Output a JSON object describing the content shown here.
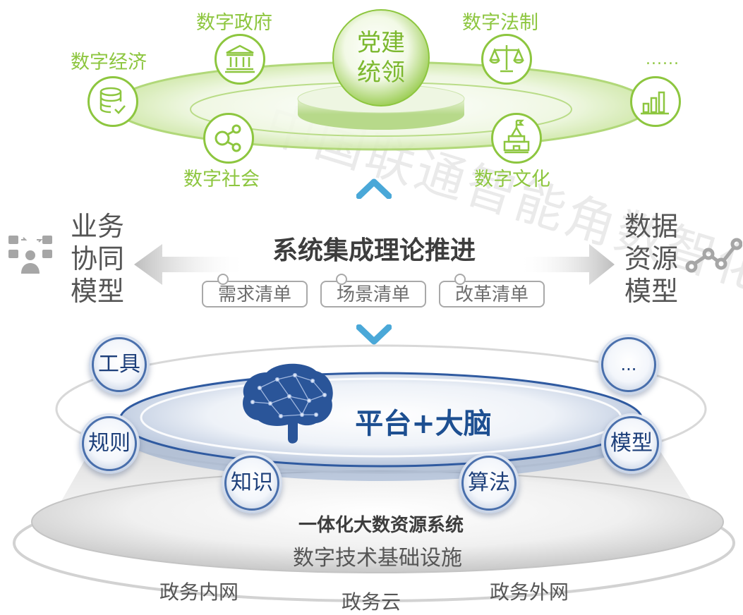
{
  "watermark": "中国联通智能角数智化",
  "top": {
    "center_label_line1": "党建",
    "center_label_line2": "统领",
    "items": [
      {
        "label": "数字经济",
        "icon": "database-check-icon"
      },
      {
        "label": "数字政府",
        "icon": "government-building-icon"
      },
      {
        "label": "数字法制",
        "icon": "scales-icon"
      },
      {
        "label": "......",
        "icon": "bar-chart-icon"
      },
      {
        "label": "数字社会",
        "icon": "share-nodes-icon"
      },
      {
        "label": "数字文化",
        "icon": "castle-icon"
      }
    ]
  },
  "middle": {
    "title": "系统集成理论推进",
    "left_label_lines": [
      "业务",
      "协同",
      "模型"
    ],
    "right_label_lines": [
      "数据",
      "资源",
      "模型"
    ],
    "tags": [
      "需求清单",
      "场景清单",
      "改革清单"
    ]
  },
  "bottom": {
    "platform_title": "平台+大脑",
    "balls": [
      "工具",
      "...",
      "规则",
      "模型",
      "知识",
      "算法"
    ],
    "system_title": "一体化大数资源系统",
    "infra_label": "数字技术基础设施",
    "networks": [
      "政务内网",
      "政务云",
      "政务外网"
    ]
  },
  "colors": {
    "green": "#8dc63f",
    "blue": "#1d3f7a",
    "arrow_blue": "#4aa8d8",
    "gray_text": "#555555"
  }
}
